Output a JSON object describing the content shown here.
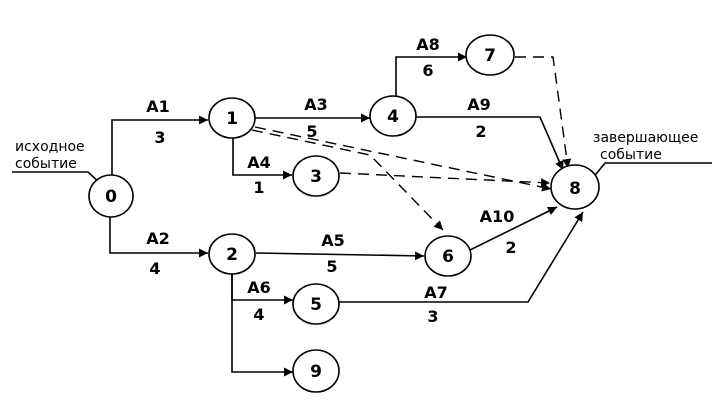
{
  "nodes": [
    {
      "id": "0",
      "label": "0"
    },
    {
      "id": "1",
      "label": "1"
    },
    {
      "id": "2",
      "label": "2"
    },
    {
      "id": "3",
      "label": "3"
    },
    {
      "id": "4",
      "label": "4"
    },
    {
      "id": "5",
      "label": "5"
    },
    {
      "id": "6",
      "label": "6"
    },
    {
      "id": "7",
      "label": "7"
    },
    {
      "id": "8",
      "label": "8"
    },
    {
      "id": "9",
      "label": "9"
    }
  ],
  "activities": {
    "a1": {
      "name": "A1",
      "duration": "3"
    },
    "a2": {
      "name": "A2",
      "duration": "4"
    },
    "a3": {
      "name": "A3",
      "duration": "5"
    },
    "a4": {
      "name": "A4",
      "duration": "1"
    },
    "a5": {
      "name": "A5",
      "duration": "5"
    },
    "a6": {
      "name": "A6",
      "duration": "4"
    },
    "a7": {
      "name": "A7",
      "duration": "3"
    },
    "a8": {
      "name": "A8",
      "duration": "6"
    },
    "a9": {
      "name": "A9",
      "duration": "2"
    },
    "a10": {
      "name": "A10",
      "duration": "2"
    }
  },
  "annotations": {
    "start": {
      "line1": "исходное",
      "line2": "событие"
    },
    "finish": {
      "line1": "завершающее",
      "line2": "событие"
    }
  }
}
